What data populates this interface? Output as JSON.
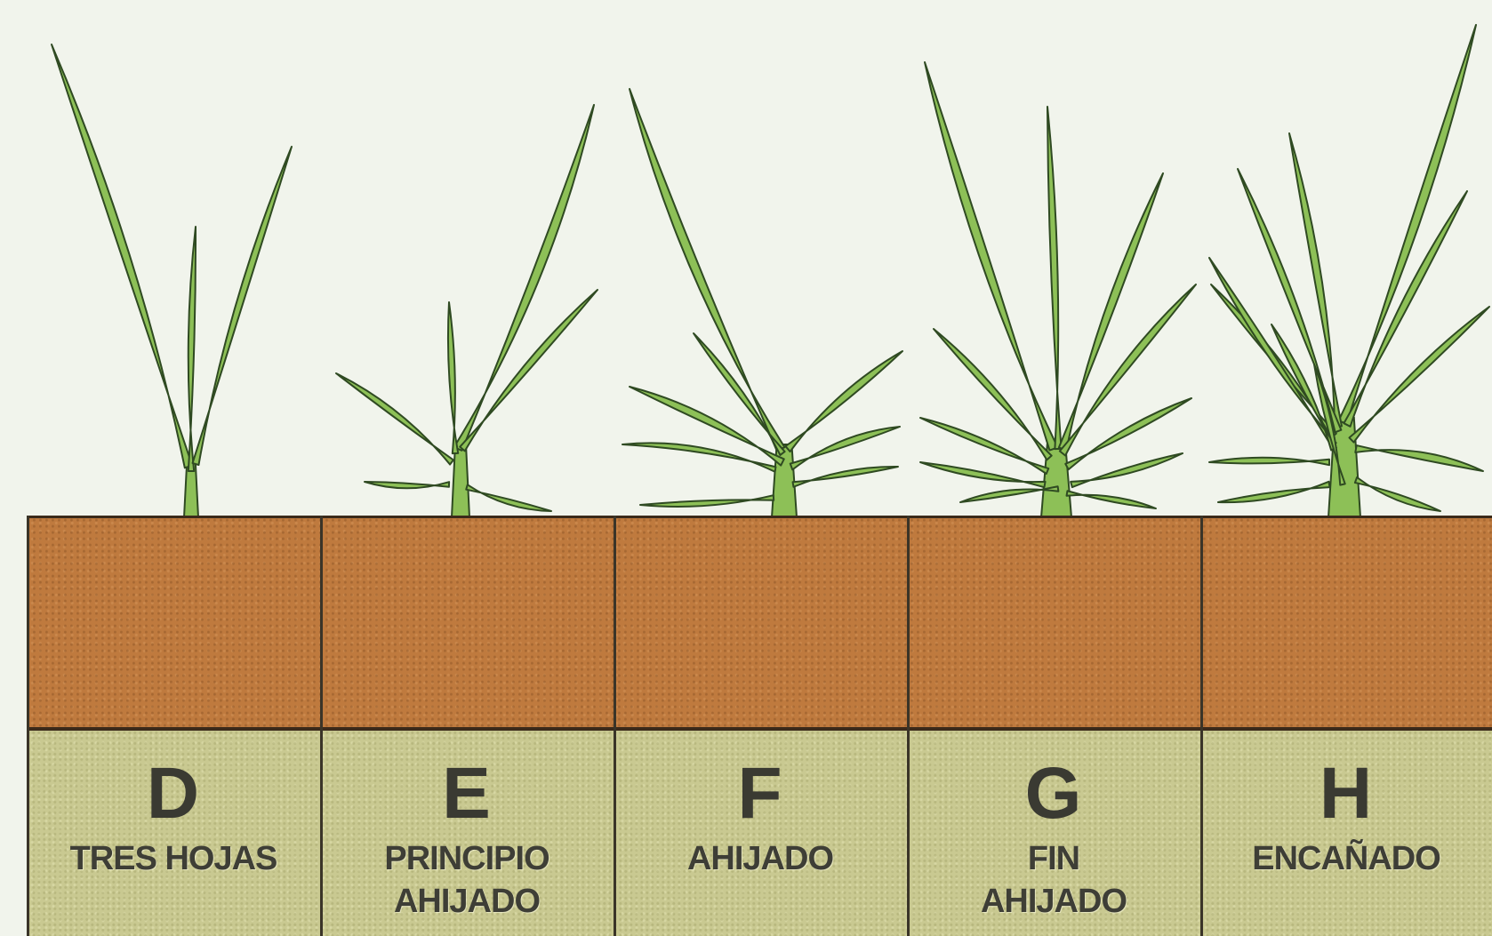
{
  "stages": [
    {
      "letter": "D",
      "name": "TRES HOJAS",
      "tillers": 0
    },
    {
      "letter": "E",
      "name": "PRINCIPIO\nAHIJADO",
      "tillers": 1
    },
    {
      "letter": "F",
      "name": "AHIJADO",
      "tillers": 2
    },
    {
      "letter": "G",
      "name": "FIN\nAHIJADO",
      "tillers": 3
    },
    {
      "letter": "H",
      "name": "ENCAÑADO",
      "tillers": 4
    }
  ],
  "colors": {
    "background": "#f1f4ec",
    "leaf": "#8dc057",
    "leaf_outline": "#2f4a22",
    "soil": "#bf7a3e",
    "label_band": "#c9c991",
    "text": "#3a3a32"
  }
}
